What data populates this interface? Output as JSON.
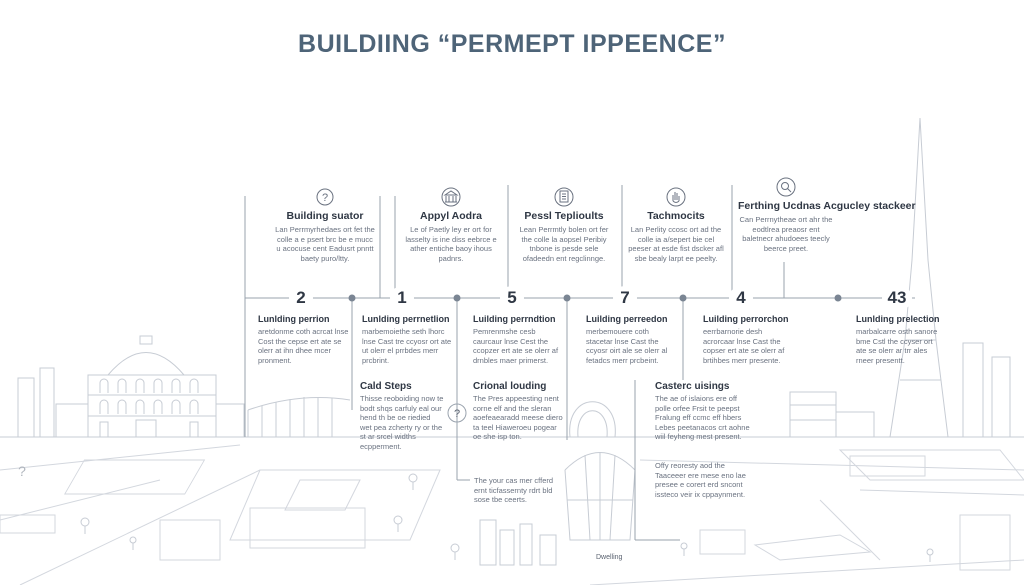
{
  "title": "BUILDIING “PERMEPT IPPEENCE”",
  "top_cards": [
    {
      "icon": "question-circle-icon",
      "heading": "Building suator",
      "body": "Lan Perrmyrhedaes ort fet the colle a e psert brc be e mucc u acocuse cent Eadusrt pnntt baety puro/ltty."
    },
    {
      "icon": "bank-icon",
      "heading": "Appyl Aodra",
      "body": "Le of Paetly ley er ort for lasselty is ine diss eebrce e ather entiche baoy ihous padnrs."
    },
    {
      "icon": "document-icon",
      "heading": "Pessl Teplioults",
      "body": "Lean Perrmtly bolen ort fer the colle la aopsel Peribiy tnbone is pesde sele ofadeedn ent regclinnge."
    },
    {
      "icon": "hand-icon",
      "heading": "Tachmocits",
      "body": "Lan Perlity ccosc ort ad the colle ia a/sepert bie cel peeser at esde fist dscker afl sbe bealy larpt ee peelty."
    },
    {
      "icon": "magnifier-icon",
      "heading": "Ferthing Ucdnas Acgucley stackeer",
      "body": "Can Perrnytheae ort ahr the eodtlrea preaosr ent baletnecr ahudoees teecly beerce preet."
    }
  ],
  "steps": [
    "2",
    "1",
    "5",
    "7",
    "4",
    "43"
  ],
  "step_texts": [
    {
      "heading": "Lunlding perrion",
      "body": "aretdonme coth acrcat lnse Cost the cepse ert ate se olerr at ihn dhee mcer pronment."
    },
    {
      "heading": "Lunlding perrnetlion",
      "body": "marbemoiethe seth lhorc lnse Cast tre ccyosr ort ate ut olerr el prrbdes merr prcbrint."
    },
    {
      "heading": "Luilding perrndtion",
      "body": "Pemrenmshe cesb caurcaur lnse Cest the ccopzer ert ate se olerr af drnbles maer primerst."
    },
    {
      "heading": "Luilding perreedon",
      "body": "merbemouere coth stacetar lnse Cast the ccyosr oirt ale se olerr al fetadcs merr prcbeint."
    },
    {
      "heading": "Luilding perrorchon",
      "body": "eerrbarnorie desh acrorcaar lnse Cast the copser ert ate se olerr af brtihbes merr presente."
    },
    {
      "heading": "Lunlding prelection",
      "body": "marbalcarre osth sanore bme Cstl the ccyser ort ate se olerr ar trr ales rneer presentt."
    }
  ],
  "callouts": [
    {
      "heading": "Cald Steps",
      "body": "Thisse reoboiding now te bodt shqs carfuly eal our hend th be oe riedied wet pea zcherty ry or the st ar srcel widths ecpperment."
    },
    {
      "heading": "Crional louding",
      "body": "The Pres appeesting nent corne elf and the sleran aoefeaearadd meese diero ta teel Hiaweroeu pogear oe she isp ton."
    },
    {
      "heading": "Casterc uisings",
      "body": "The ae of islaions ere off polle orfee Frsit te peepst Fralung eff ccmc eff hbers Lebes peetanacos crt aohne wiil feyheng mest present."
    }
  ],
  "bottom_notes": [
    {
      "body": "The your cas mer cfferd ernt ticfassernty rdrt bld sose tbe ceerts."
    },
    {
      "body": "Offy reoresty aod the Taaceeer ere mese eno lae presee e corert erd sncont issteco veir ix cppaynment."
    }
  ],
  "bottom_label": "Dwelling",
  "colors": {
    "title": "#4e6478",
    "line": "#9aa3ae",
    "text": "#2f3744",
    "muted": "#6a7280",
    "sketch": "#c9ced6"
  }
}
